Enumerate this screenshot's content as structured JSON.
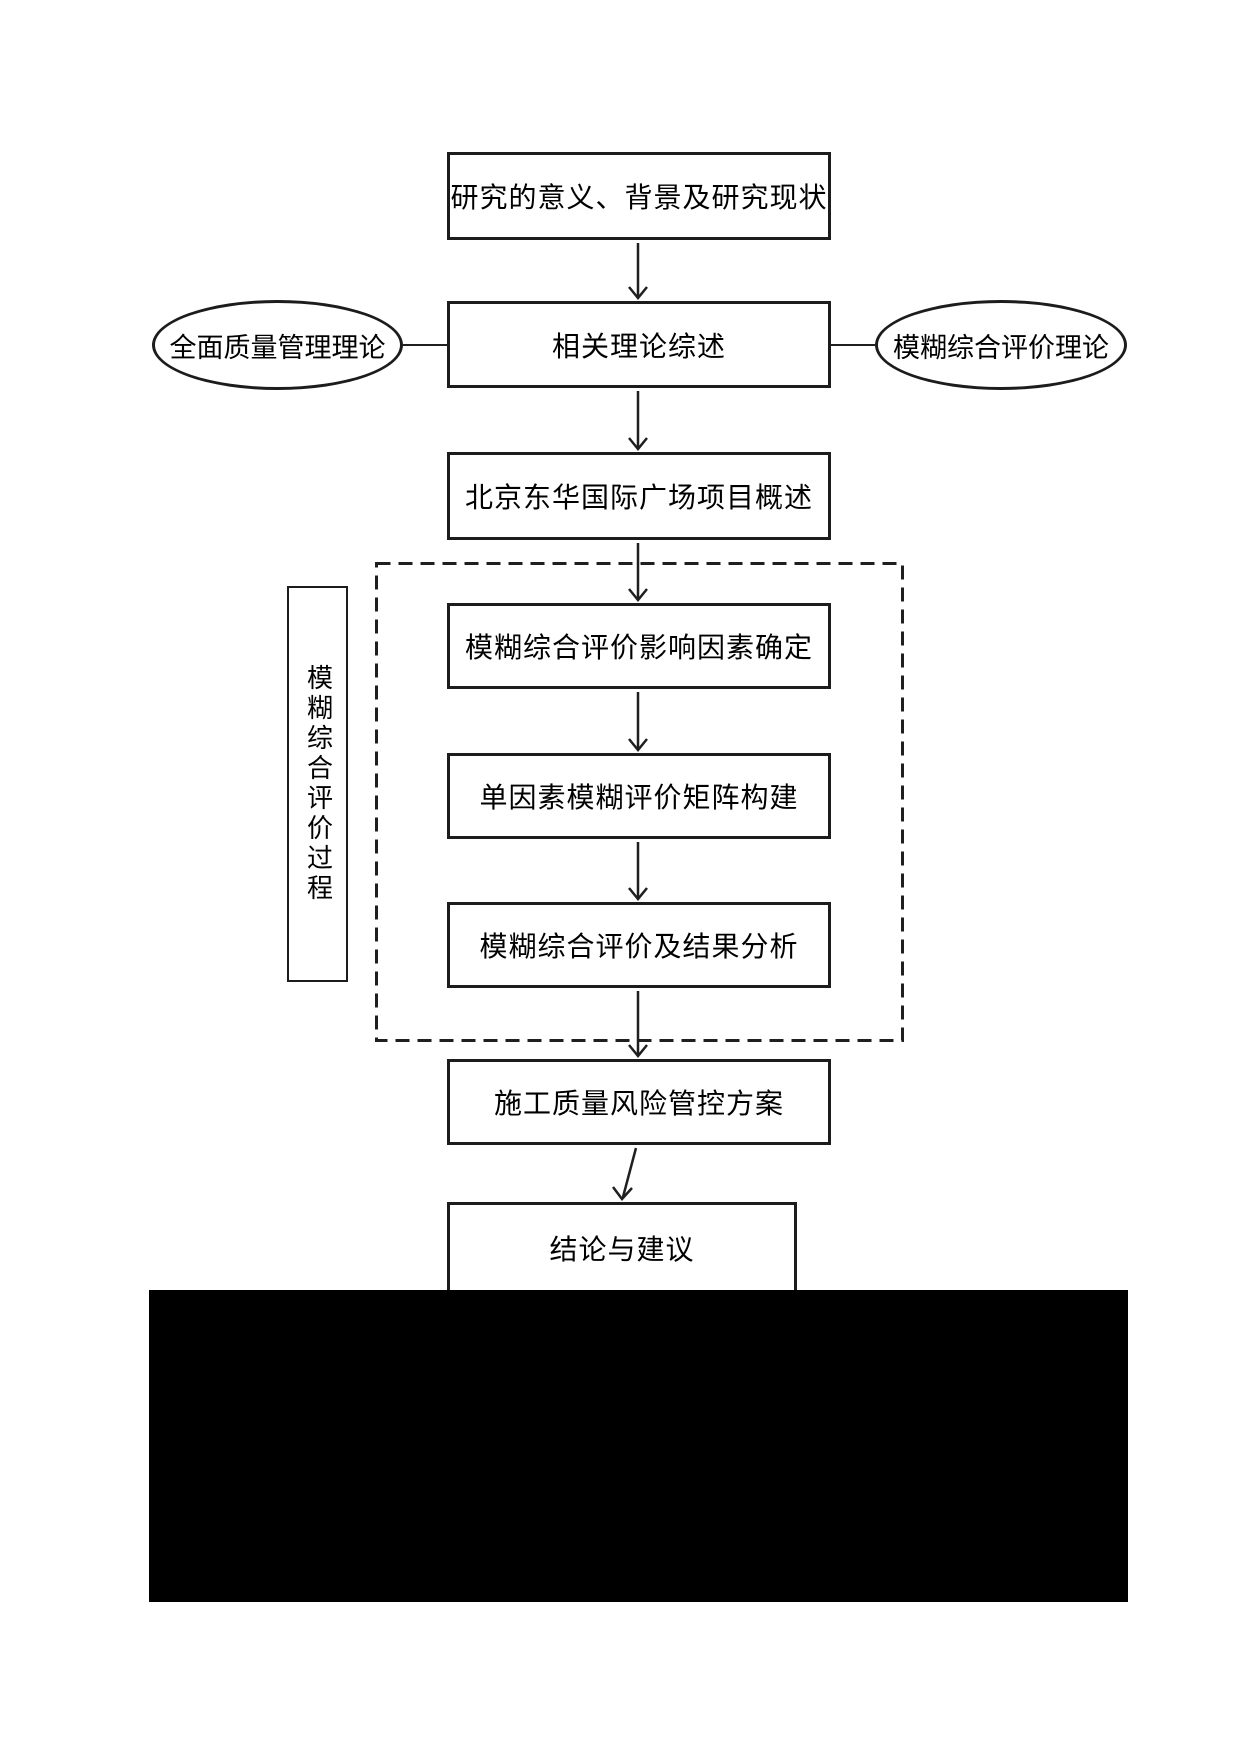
{
  "flowchart": {
    "nodes": {
      "research_background": {
        "label": "研究的意义、背景及研究现状",
        "shape": "rect"
      },
      "theory_review": {
        "label": "相关理论综述",
        "shape": "rect"
      },
      "tqm_theory": {
        "label": "全面质量管理理论",
        "shape": "ellipse"
      },
      "fuzzy_eval_theory": {
        "label": "模糊综合评价理论",
        "shape": "ellipse"
      },
      "project_overview": {
        "label": "北京东华国际广场项目概述",
        "shape": "rect"
      },
      "factor_determination": {
        "label": "模糊综合评价影响因素确定",
        "shape": "rect"
      },
      "matrix_construction": {
        "label": "单因素模糊评价矩阵构建",
        "shape": "rect"
      },
      "result_analysis": {
        "label": "模糊综合评价及结果分析",
        "shape": "rect"
      },
      "risk_control_plan": {
        "label": "施工质量风险管控方案",
        "shape": "rect"
      },
      "conclusion": {
        "label": "结论与建议",
        "shape": "rect"
      },
      "process_group_label": {
        "label": "模糊综合评价过程",
        "shape": "rect",
        "orientation": "vertical"
      }
    },
    "colors": {
      "stroke": "#1c1c1c",
      "text": "#000000",
      "background": "#ffffff",
      "redaction": "#000000"
    }
  }
}
